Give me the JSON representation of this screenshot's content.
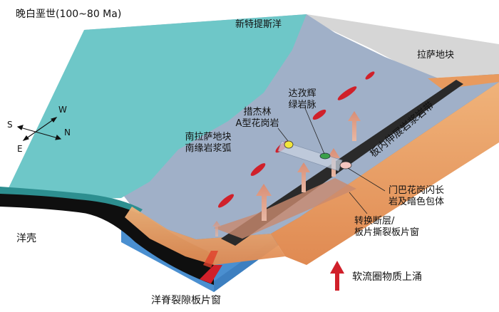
{
  "title": "晚白垩世(100~80 Ma)",
  "labels": {
    "neo_tethys": "新特提斯洋",
    "lhasa_block": "拉萨地块",
    "intraplate_belt": "板内伸展岩浆岩带",
    "dazhuo_line1": "达孜辉",
    "dazhuo_line2": "绿岩脉",
    "cuojielin_line1": "措杰林",
    "cuojielin_line2": "A型花岗岩",
    "south_lhasa_line1": "南拉萨地块",
    "south_lhasa_line2": "南缘岩浆弧",
    "menba_line1": "门巴花岗闪长",
    "menba_line2": "岩及暗色包体",
    "transform_line1": "转换断层/",
    "transform_line2": "板片撕裂板片窗",
    "ocean_crust": "洋壳",
    "ridge_window": "洋脊裂隙板片窗",
    "legend_upwelling": "软流圈物质上涌"
  },
  "compass": {
    "s": "S",
    "w": "W",
    "n": "N",
    "e": "E"
  },
  "colors": {
    "ocean_top": "#6ec7c8",
    "plate_top": "#9fb0c8",
    "plate_side": "#e8a66d",
    "slab": "#4a8fd0",
    "lhasa_top": "#d7d7d7",
    "magma": "#d0202a",
    "arrow": "#e0a08a"
  }
}
